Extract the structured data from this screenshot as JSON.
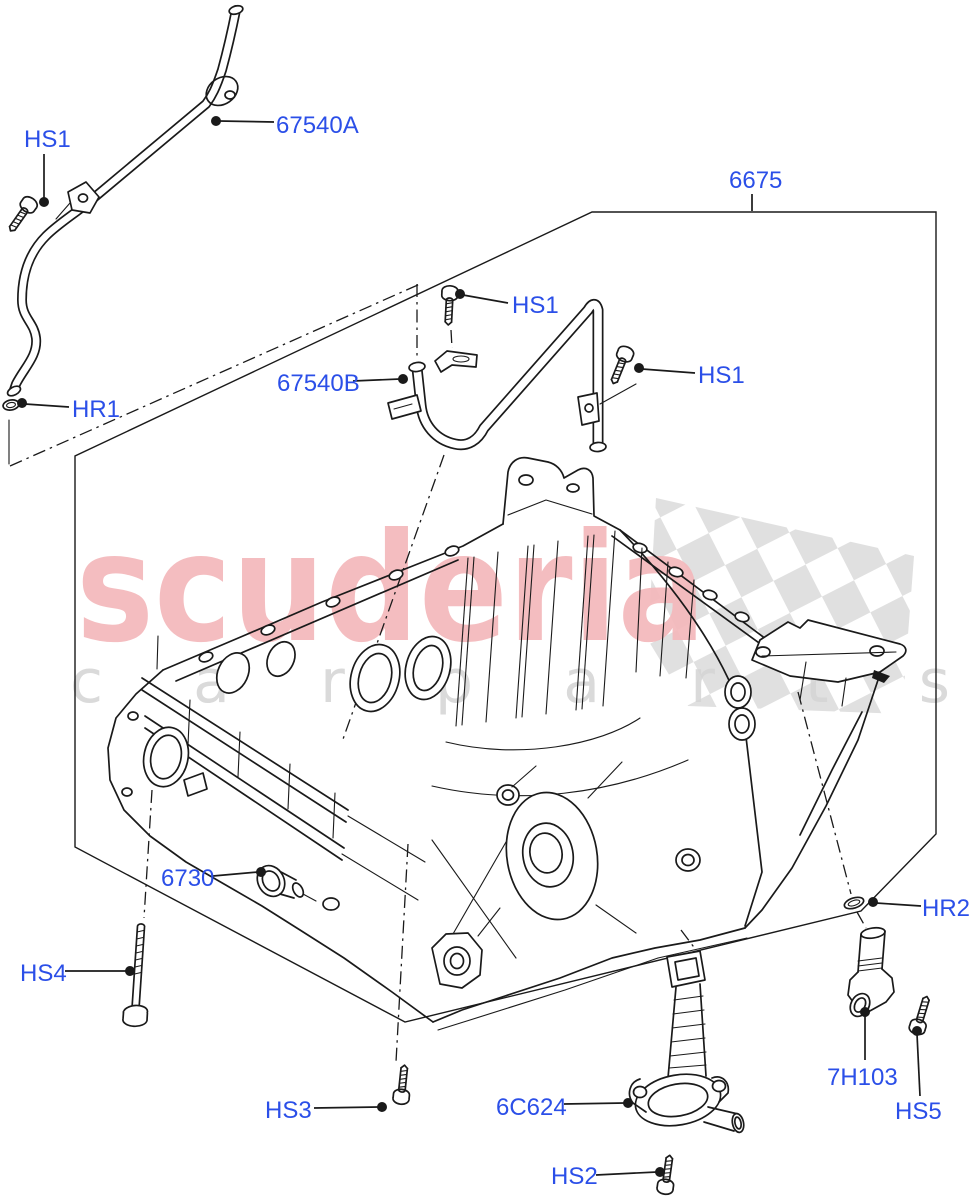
{
  "diagram": {
    "colors": {
      "bg": "#ffffff",
      "line": "#1a1a1a",
      "label": "#2b4fe8",
      "wm-pink": "#f4babd",
      "wm-gray": "#d6d6d6",
      "wm-checker": "#dedede"
    },
    "watermark": {
      "brand": "scuderia",
      "tagline": "carparts"
    },
    "callouts": [
      {
        "id": "hs1-top-left",
        "ref": "HS1"
      },
      {
        "id": "tube-upper",
        "ref": "67540A"
      },
      {
        "id": "sump-assembly",
        "ref": "6675"
      },
      {
        "id": "hs1-middle",
        "ref": "HS1"
      },
      {
        "id": "tube-lower",
        "ref": "67540B"
      },
      {
        "id": "hs1-right",
        "ref": "HS1"
      },
      {
        "id": "o-ring-1",
        "ref": "HR1"
      },
      {
        "id": "drain-plug",
        "ref": "6730"
      },
      {
        "id": "hs4",
        "ref": "HS4"
      },
      {
        "id": "o-ring-2",
        "ref": "HR2"
      },
      {
        "id": "hs3",
        "ref": "HS3"
      },
      {
        "id": "oil-level-sensor",
        "ref": "6C624"
      },
      {
        "id": "hs2",
        "ref": "HS2"
      },
      {
        "id": "sensor-7h103",
        "ref": "7H103"
      },
      {
        "id": "hs5",
        "ref": "HS5"
      }
    ]
  }
}
